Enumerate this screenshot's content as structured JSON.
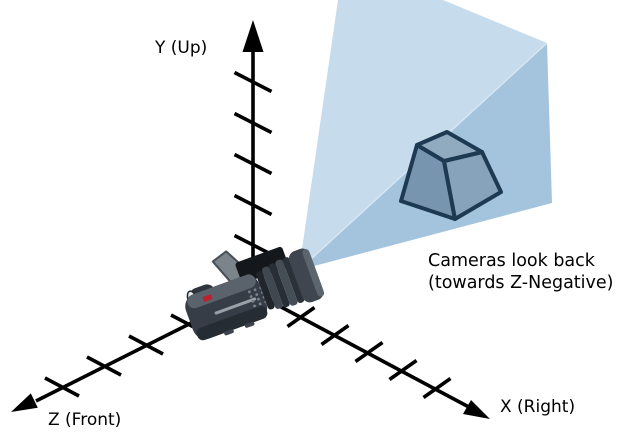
{
  "figure": {
    "axis_labels": {
      "y": "Y (Up)",
      "x": "X (Right)",
      "z": "Z (Front)"
    },
    "annotation": {
      "line1": "Cameras look back",
      "line2": "(towards Z-Negative)"
    }
  },
  "colors": {
    "background": "#ffffff",
    "axis": "#000000",
    "text": "#000000",
    "frustum_top_face": "#c6dbec",
    "frustum_side_face": "#a4c4de",
    "frustum_edge_highlight": "#d9e6f2",
    "box_left_face": "#7795ae",
    "box_right_face": "#86a3bb",
    "box_top_face": "#90aabf",
    "box_outline": "#1d3a52",
    "camera_body": "#363d46",
    "camera_dark": "#14181c",
    "camera_mid": "#5a626b",
    "camera_bottom": "#262c33",
    "camera_light_stripe": "#99a0a7",
    "camera_screen": "#7b838b",
    "camera_hood": "#3f464f",
    "camera_hood_highlight": "#5c646d",
    "record_red": "#bf1f2a",
    "mic_cap": "#ebedee"
  }
}
